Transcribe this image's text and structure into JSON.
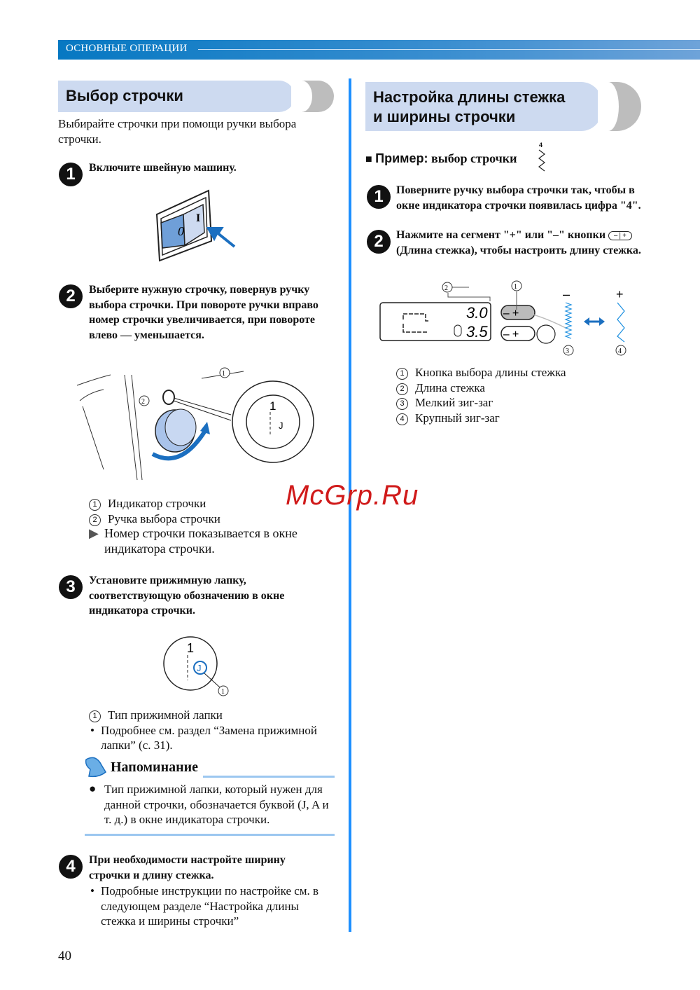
{
  "header": {
    "section": "ОСНОВНЫЕ ОПЕРАЦИИ"
  },
  "left": {
    "title": "Выбор строчки",
    "intro": "Выбирайте строчки при помощи ручки выбора строчки.",
    "step1": {
      "num": "1",
      "text": "Включите швейную машину."
    },
    "switch_labels": {
      "off": "0",
      "on": "I"
    },
    "step2": {
      "num": "2",
      "text": "Выберите нужную строчку, повернув ручку выбора строчки. При повороте ручки вправо номер строчки увеличивается, при повороте влево — уменьшается."
    },
    "dial_indicator": {
      "number": "1",
      "foot": "J"
    },
    "legend2": [
      {
        "n": "①",
        "text": "Индикатор строчки"
      },
      {
        "n": "②",
        "text": "Ручка выбора строчки"
      }
    ],
    "result2": "Номер строчки показывается в окне индикатора строчки.",
    "step3": {
      "num": "3",
      "text": "Установите прижимную лапку, соответствующую обозначению в окне индикатора строчки."
    },
    "legend3": [
      {
        "n": "①",
        "text": "Тип прижимной лапки"
      }
    ],
    "note3": "Подробнее см. раздел “Замена прижимной лапки” (с.  31).",
    "memo": {
      "title": "Напоминание",
      "text": "Тип прижимной лапки, который нужен для данной строчки, обозначается буквой (J, A и т. д.) в окне индикатора строчки."
    },
    "step4": {
      "num": "4",
      "text": "При необходимости настройте ширину строчки и длину стежка.",
      "note": "Подробные инструкции по настройке см. в следующем разделе “Настройка длины стежка и ширины строчки”"
    }
  },
  "right": {
    "title_line1": "Настройка длины стежка",
    "title_line2": "и ширины строчки",
    "example_label": "Пример:",
    "example_text": "выбор строчки",
    "example_pattern_num": "4",
    "step1": {
      "num": "1",
      "text": "Поверните ручку выбора строчки так, чтобы в окне индикатора строчки появилась цифра \"4\"."
    },
    "step2": {
      "num": "2",
      "text_a": "Нажмите на сегмент \"+\" или \"–\" кнопки",
      "text_b": "(Длина стежка), чтобы настроить длину стежка."
    },
    "display": {
      "length": "3.0",
      "width": "3.5"
    },
    "diagram_labels": {
      "minus": "–",
      "plus": "+"
    },
    "legend": [
      {
        "n": "①",
        "text": "Кнопка выбора длины стежка"
      },
      {
        "n": "②",
        "text": "Длина стежка"
      },
      {
        "n": "③",
        "text": "Мелкий зиг-заг"
      },
      {
        "n": "④",
        "text": "Крупный зиг-заг"
      }
    ]
  },
  "page_number": "40",
  "watermark": "McGrp.Ru",
  "colors": {
    "accent": "#1e90ff",
    "header": "#0678c2",
    "pill": "#cddaf0",
    "watermark": "#d01a1a"
  }
}
